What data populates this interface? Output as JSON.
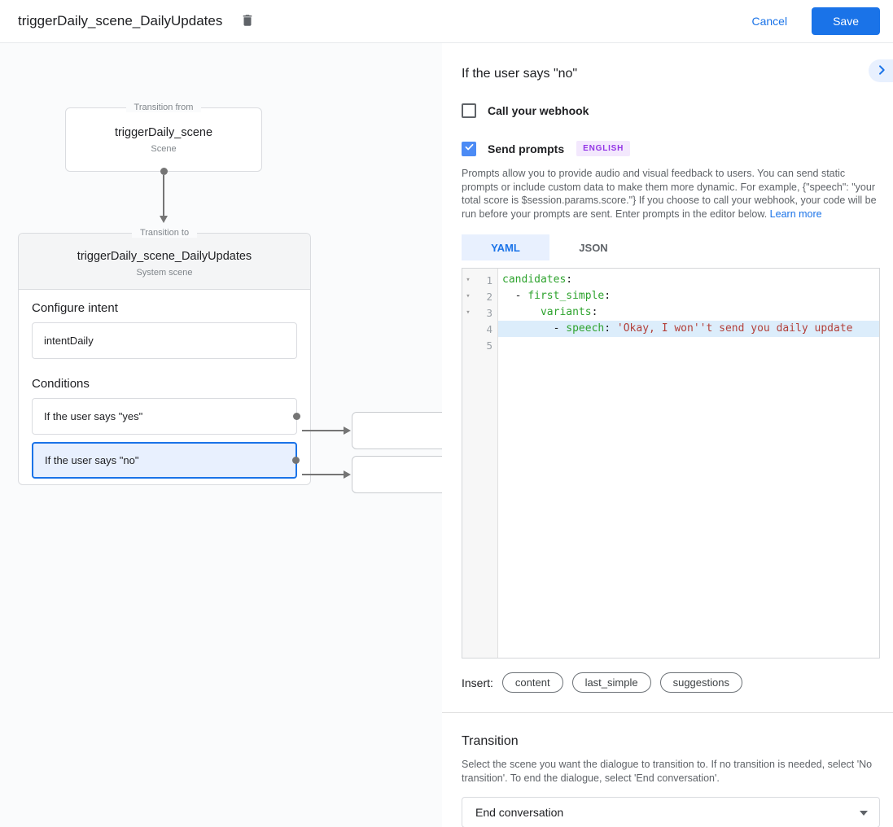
{
  "header": {
    "title": "triggerDaily_scene_DailyUpdates",
    "cancel_label": "Cancel",
    "save_label": "Save"
  },
  "canvas": {
    "from_box": {
      "legend": "Transition from",
      "title": "triggerDaily_scene",
      "subtitle": "Scene"
    },
    "to_box": {
      "legend": "Transition to",
      "title": "triggerDaily_scene_DailyUpdates",
      "subtitle": "System scene",
      "configure_intent_label": "Configure intent",
      "intent_value": "intentDaily",
      "conditions_label": "Conditions",
      "conditions": [
        {
          "label": "If the user says \"yes\"",
          "selected": false
        },
        {
          "label": "If the user says \"no\"",
          "selected": true
        }
      ]
    }
  },
  "panel": {
    "title": "If the user says \"no\"",
    "webhook": {
      "label": "Call your webhook",
      "checked": false
    },
    "send_prompts": {
      "label": "Send prompts",
      "checked": true,
      "badge": "ENGLISH"
    },
    "description": "Prompts allow you to provide audio and visual feedback to users. You can send static prompts or include custom data to make them more dynamic. For example, {\"speech\": \"your total score is $session.params.score.\"} If you choose to call your webhook, your code will be run before your prompts are sent. Enter prompts in the editor below. ",
    "learn_more_label": "Learn more",
    "tabs": [
      {
        "label": "YAML",
        "active": true
      },
      {
        "label": "JSON",
        "active": false
      }
    ],
    "editor": {
      "lines": [
        {
          "n": "1",
          "fold": true,
          "hl": false,
          "tokens": [
            {
              "c": "key",
              "t": "candidates"
            },
            {
              "c": "plain",
              "t": ":"
            }
          ]
        },
        {
          "n": "2",
          "fold": true,
          "hl": false,
          "tokens": [
            {
              "c": "plain",
              "t": "  - "
            },
            {
              "c": "key",
              "t": "first_simple"
            },
            {
              "c": "plain",
              "t": ":"
            }
          ]
        },
        {
          "n": "3",
          "fold": true,
          "hl": false,
          "tokens": [
            {
              "c": "plain",
              "t": "      "
            },
            {
              "c": "key",
              "t": "variants"
            },
            {
              "c": "plain",
              "t": ":"
            }
          ]
        },
        {
          "n": "4",
          "fold": false,
          "hl": true,
          "tokens": [
            {
              "c": "plain",
              "t": "        - "
            },
            {
              "c": "key",
              "t": "speech"
            },
            {
              "c": "plain",
              "t": ": "
            },
            {
              "c": "str",
              "t": "'Okay, I won''t send you daily update"
            }
          ]
        },
        {
          "n": "5",
          "fold": false,
          "hl": false,
          "tokens": []
        }
      ]
    },
    "insert_label": "Insert:",
    "insert_chips": [
      "content",
      "last_simple",
      "suggestions"
    ],
    "transition": {
      "title": "Transition",
      "description": "Select the scene you want the dialogue to transition to. If no transition is needed, select 'No transition'. To end the dialogue, select 'End conversation'.",
      "selected_value": "End conversation"
    }
  }
}
